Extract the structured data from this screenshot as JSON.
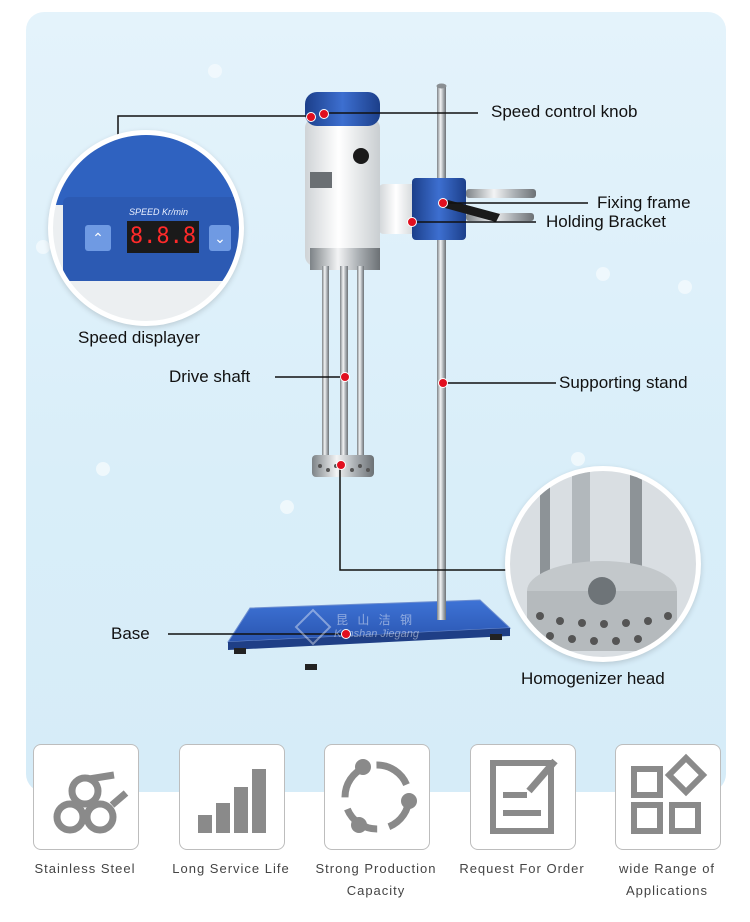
{
  "callouts": {
    "speed_control_knob": "Speed control knob",
    "fixing_frame": "Fixing frame",
    "holding_bracket": "Holding Bracket",
    "speed_displayer": "Speed displayer",
    "drive_shaft": "Drive shaft",
    "supporting_stand": "Supporting stand",
    "base": "Base",
    "homogenizer_head": "Homogenizer head"
  },
  "display": {
    "caption": "SPEED Kr/min",
    "digits": "8.8.8"
  },
  "base_watermark": {
    "chinese": "昆 山 洁 钢",
    "english": "Kunshan Jiegang"
  },
  "features": [
    {
      "label": "Stainless Steel",
      "icon": "stainless-steel-icon"
    },
    {
      "label": "Long Service Life",
      "icon": "bar-chart-icon"
    },
    {
      "label": "Strong Production Capacity",
      "icon": "cycle-icon"
    },
    {
      "label": "Request For Order",
      "icon": "order-form-icon"
    },
    {
      "label": "wide Range of Applications",
      "icon": "applications-grid-icon"
    }
  ],
  "colors": {
    "accent_blue": "#2a5bb7",
    "marker_red": "#e10f1f",
    "panel_bg": "#dcf0fa"
  }
}
